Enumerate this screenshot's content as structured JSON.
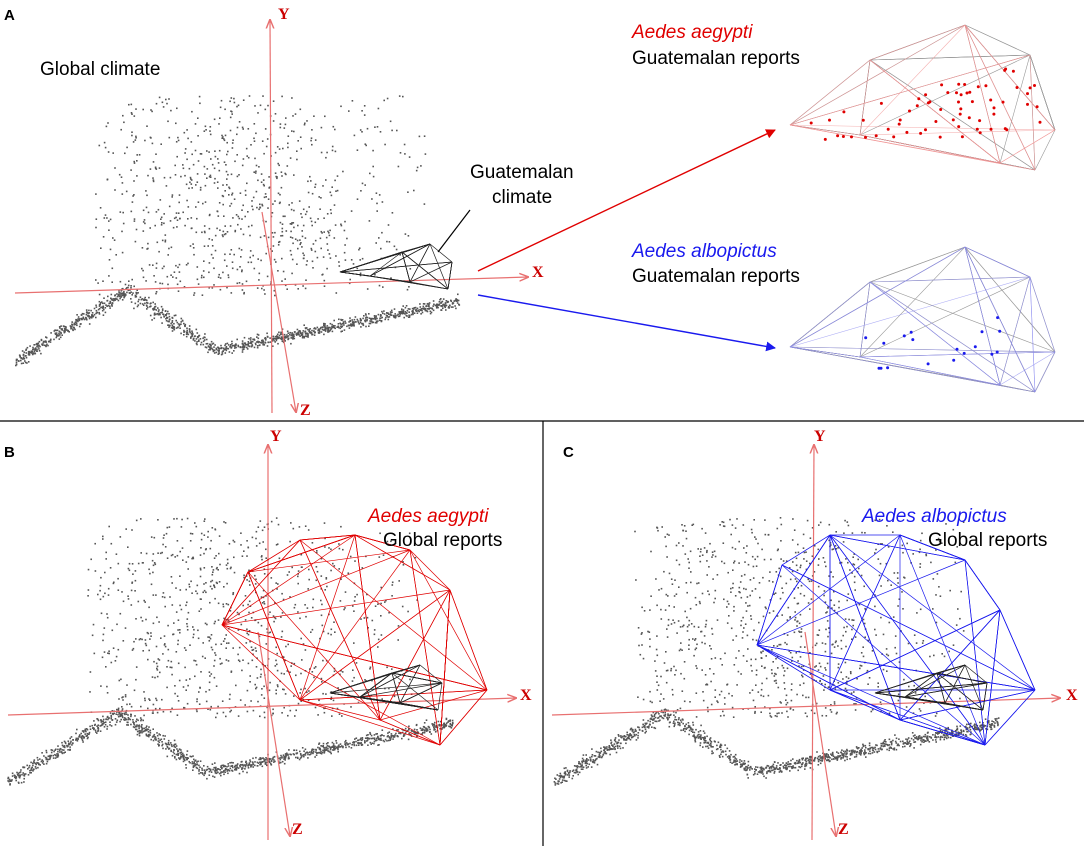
{
  "colors": {
    "aegypti": "#e00000",
    "albopictus": "#1a1aee",
    "axis": "#e87070",
    "points": "#555555",
    "hull_black": "#222222",
    "hull_gray": "#9a9a9a",
    "divider": "#000000"
  },
  "axes": {
    "x": "X",
    "y": "Y",
    "z": "Z"
  },
  "panel_a": {
    "letter": "A",
    "global_label": "Global climate",
    "guatemalan_label_line1": "Guatemalan",
    "guatemalan_label_line2": "climate",
    "inset_aegypti": {
      "species": "Aedes aegypti",
      "subtitle": "Guatemalan reports"
    },
    "inset_albopictus": {
      "species": "Aedes albopictus",
      "subtitle": "Guatemalan reports"
    }
  },
  "panel_b": {
    "letter": "B",
    "species": "Aedes aegypti",
    "subtitle": "Global reports"
  },
  "panel_c": {
    "letter": "C",
    "species": "Aedes albopictus",
    "subtitle": "Global reports"
  }
}
